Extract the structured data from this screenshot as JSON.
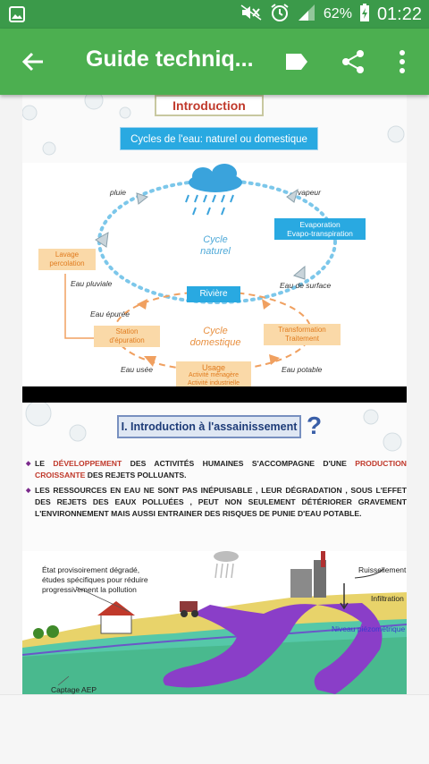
{
  "status_bar": {
    "battery_pct": "62%",
    "time": "01:22"
  },
  "app_bar": {
    "title": "Guide techniq..."
  },
  "slide1": {
    "intro_label": "Introduction",
    "cycles_label": "Cycles de l'eau: naturel ou domestique",
    "labels": {
      "pluie": "pluie",
      "vapeur": "vapeur",
      "evaporation1": "Evaporation",
      "evaporation2": "Evapo-transpiration",
      "cycle_naturel1": "Cycle",
      "cycle_naturel2": "naturel",
      "lavage1": "Lavage",
      "lavage2": "percolation",
      "eau_pluviale": "Eau pluviale",
      "eau_surface": "Eau de surface",
      "riviere": "Rivière",
      "eau_epuree": "Eau épurée",
      "station1": "Station",
      "station2": "d'épuration",
      "cycle_dom1": "Cycle",
      "cycle_dom2": "domestique",
      "transfo1": "Transformation",
      "transfo2": "Traitement",
      "eau_usee": "Eau usée",
      "usage1": "Usage",
      "usage2": "Activité ménagère",
      "usage3": "Activité industrielle",
      "eau_potable": "Eau potable"
    }
  },
  "slide2": {
    "title": "I.  Introduction à l'assainissement",
    "qmark": "?",
    "bullet1": {
      "p1": "LE ",
      "p2": "DÉVELOPPEMENT",
      "p3": " DES ACTIVITÉS HUMAINES S'ACCOMPAGNE D'UNE ",
      "p4": "PRODUCTION CROISSANTE",
      "p5": " DES REJETS POLLUANTS."
    },
    "bullet2": "LES RESSOURCES EN EAU NE SONT PAS INÉPUISABLE , LEUR DÉGRADATION , SOUS L'EFFET DES REJETS DES EAUX POLLUÉES , PEUT NON SEULEMENT DÉTÉRIORER GRAVEMENT L'ENVIRONNEMENT MAIS AUSSI ENTRAINER DES RISQUES DE PUNIE D'EAU POTABLE.",
    "illustration": {
      "etat1": "État provisoirement dégradé,",
      "etat2": "études spécifiques pour réduire",
      "etat3": "progressivement la pollution",
      "ruissellement": "Ruissellement",
      "infiltration": "Infiltration",
      "niveau": "Niveau piézométrique",
      "captage": "Captage AEP"
    }
  },
  "colors": {
    "status_bar": "#3b9a4a",
    "app_bar": "#4caf50",
    "blue_box": "#29a9e1",
    "orange_box": "#fad9a8",
    "intro_text": "#c0392b"
  },
  "icons": [
    "image-icon",
    "mute-icon",
    "alarm-icon",
    "signal-icon",
    "battery-charging-icon",
    "back-arrow-icon",
    "tag-icon",
    "share-icon",
    "more-vert-icon"
  ]
}
